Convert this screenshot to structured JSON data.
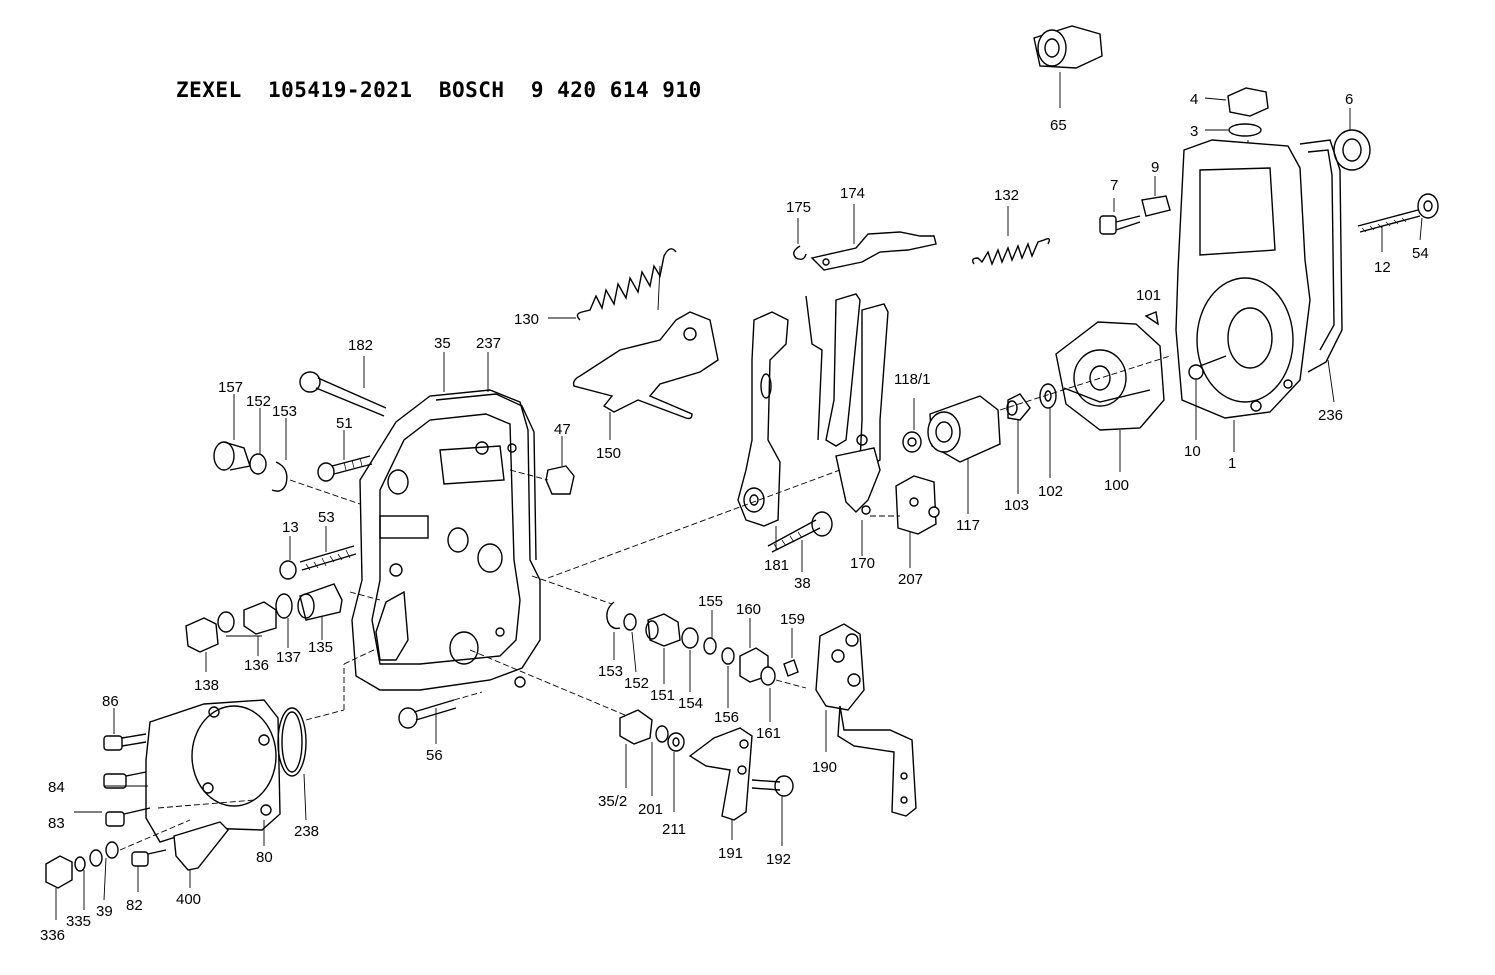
{
  "title": {
    "text": "ZEXEL  105419-2021  BOSCH  9 420 614 910"
  },
  "labels": {
    "l65": "65",
    "l4": "4",
    "l3": "3",
    "l6": "6",
    "l9": "9",
    "l7": "7",
    "l174": "174",
    "l175": "175",
    "l132": "132",
    "l12": "12",
    "l54": "54",
    "l130": "130",
    "l101": "101",
    "l182": "182",
    "l35": "35",
    "l237": "237",
    "l157": "157",
    "l152a": "152",
    "l153a": "153",
    "l51": "51",
    "l47": "47",
    "l150": "150",
    "l118_1": "118/1",
    "l10": "10",
    "l1": "1",
    "l236": "236",
    "l100": "100",
    "l102": "102",
    "l103": "103",
    "l117": "117",
    "l181": "181",
    "l38": "38",
    "l170": "170",
    "l207": "207",
    "l13": "13",
    "l53": "53",
    "l135": "135",
    "l137": "137",
    "l136": "136",
    "l138": "138",
    "l155": "155",
    "l160": "160",
    "l159": "159",
    "l153b": "153",
    "l152b": "152",
    "l151": "151",
    "l154": "154",
    "l156": "156",
    "l161": "161",
    "l190": "190",
    "l86": "86",
    "l84": "84",
    "l83": "83",
    "l80": "80",
    "l238": "238",
    "l56": "56",
    "l35_2": "35/2",
    "l201": "201",
    "l211": "211",
    "l191": "191",
    "l192": "192",
    "l82": "82",
    "l400": "400",
    "l39": "39",
    "l335": "335",
    "l336": "336"
  }
}
